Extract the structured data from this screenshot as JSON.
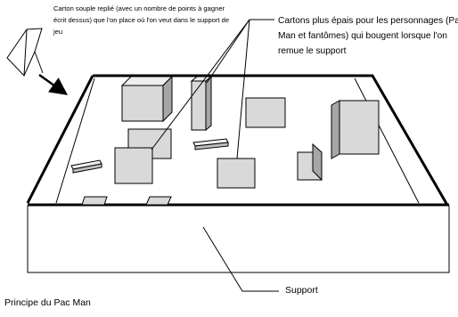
{
  "annotations": {
    "folded_card": "Carton souple replié (avec un nombre de points à gagner écrit dessus) que l'on place où l'on veut dans le support de jeu",
    "thick_cards": "Cartons plus épais pour les personnages (Pac Man et fantômes) qui bougent lorsque l'on remue le support",
    "support": "Support"
  },
  "caption": "Principe du Pac Man",
  "colors": {
    "line": "#000000",
    "box_fill": "#ffffff",
    "card_front": "#d9d9d9",
    "card_side": "#a6a6a6",
    "card_top": "#eeeeee"
  }
}
